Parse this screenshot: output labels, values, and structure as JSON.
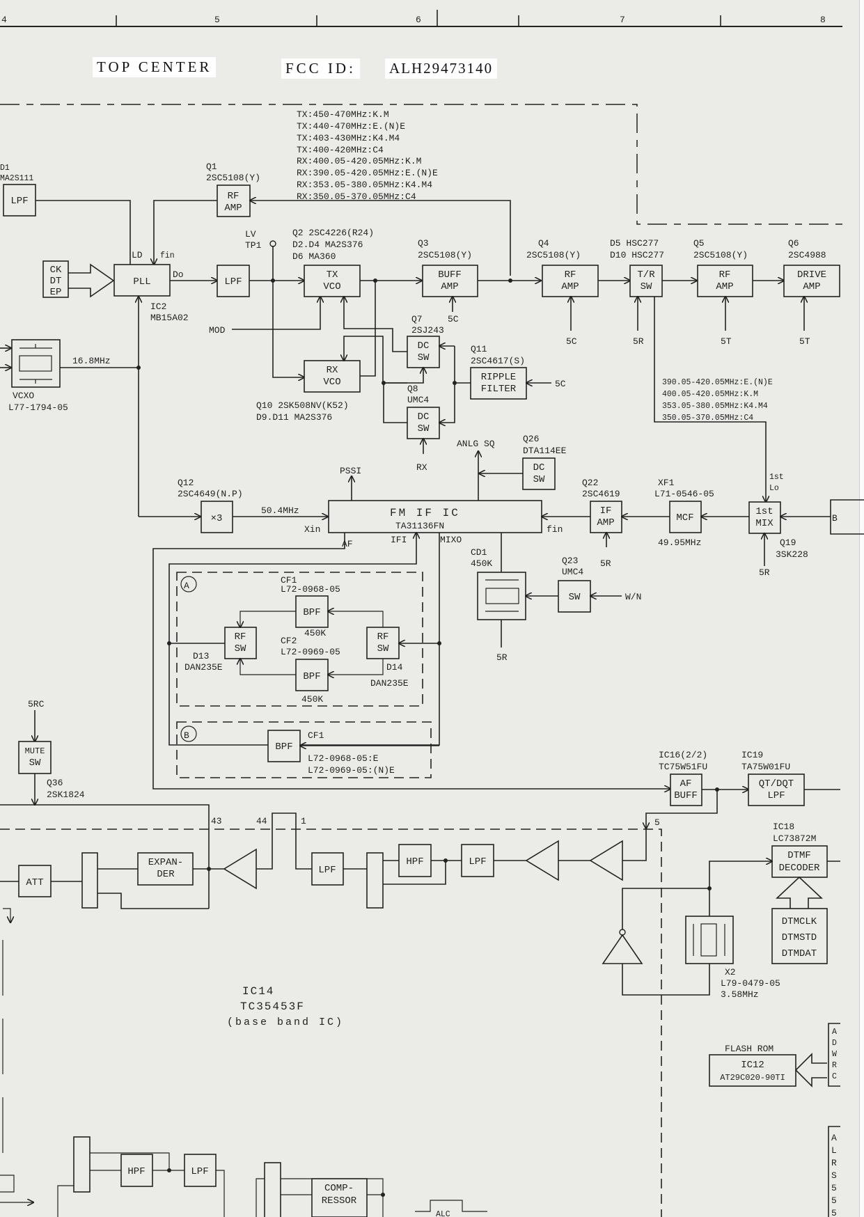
{
  "header": {
    "zone_numbers": [
      "4",
      "5",
      "6",
      "7",
      "8"
    ],
    "title_location": "TOP CENTER",
    "fcc_label": "FCC ID:",
    "fcc_id": "ALH29473140"
  },
  "freq_table": [
    "TX:450-470MHz:K.M",
    "TX:440-470MHz:E.(N)E",
    "TX:403-430MHz:K4.M4",
    "TX:400-420MHz:C4",
    "RX:400.05-420.05MHz:K.M",
    "RX:390.05-420.05MHz:E.(N)E",
    "RX:353.05-380.05MHz:K4.M4",
    "RX:350.05-370.05MHz:C4"
  ],
  "lo_table": [
    "390.05-420.05MHz:E.(N)E",
    "400.05-420.05MHz:K.M",
    "353.05-380.05MHz:K4.M4",
    "350.05-370.05MHz:C4"
  ],
  "blocks": {
    "lpf_d1": {
      "ref": "D1",
      "part": "MA2S111",
      "label": "LPF"
    },
    "q1": {
      "ref": "Q1",
      "part": "2SC5108(Y)",
      "l1": "RF",
      "l2": "AMP"
    },
    "ckdtep": {
      "l1": "CK",
      "l2": "DT",
      "l3": "EP"
    },
    "pll": {
      "label": "PLL",
      "ref": "IC2",
      "part": "MB15A02",
      "pin_ld": "LD",
      "pin_fin": "fin",
      "pin_do": "Do"
    },
    "lpf_loop": {
      "label": "LPF"
    },
    "tp1": {
      "l1": "LV",
      "l2": "TP1"
    },
    "q2": {
      "l1": "Q2 2SC4226(R24)",
      "l2": "D2.D4 MA2S376",
      "l3": "D6 MA360",
      "b1": "TX",
      "b2": "VCO"
    },
    "mod": "MOD",
    "rxvco": {
      "b1": "RX",
      "b2": "VCO",
      "l1": "Q10 2SK508NV(K52)",
      "l2": "D9.D11 MA2S376"
    },
    "q3": {
      "ref": "Q3",
      "part": "2SC5108(Y)",
      "b1": "BUFF",
      "b2": "AMP",
      "supply": "5C"
    },
    "q7": {
      "ref": "Q7",
      "part": "2SJ243",
      "b1": "DC",
      "b2": "SW"
    },
    "q8": {
      "ref": "Q8",
      "part": "UMC4",
      "b1": "DC",
      "b2": "SW",
      "input": "RX"
    },
    "q11": {
      "ref": "Q11",
      "part": "2SC4617(S)",
      "b1": "RIPPLE",
      "b2": "FILTER",
      "supply": "5C"
    },
    "q4": {
      "ref": "Q4",
      "part": "2SC5108(Y)",
      "b1": "RF",
      "b2": "AMP",
      "supply": "5C"
    },
    "trsw": {
      "l1": "D5  HSC277",
      "l2": "D10 HSC277",
      "b1": "T/R",
      "b2": "SW",
      "supply": "5R"
    },
    "q5": {
      "ref": "Q5",
      "part": "2SC5108(Y)",
      "b1": "RF",
      "b2": "AMP",
      "supply": "5T"
    },
    "q6": {
      "ref": "Q6",
      "part": "2SC4988",
      "b1": "DRIVE",
      "b2": "AMP",
      "supply": "5T"
    },
    "vcxo": {
      "label": "VCXO",
      "part": "L77-1794-05",
      "freq": "16.8MHz"
    },
    "q12": {
      "ref": "Q12",
      "part": "2SC4649(N.P)",
      "label": "×3",
      "freq": "50.4MHz"
    },
    "pssi": "PSSI",
    "anlg_sq": "ANLG SQ",
    "q26": {
      "ref": "Q26",
      "part": "DTA114EE",
      "b1": "DC",
      "b2": "SW"
    },
    "fmif": {
      "l1": "FM IF IC",
      "l2": "TA31136FN",
      "xin": "Xin",
      "fin": "fin",
      "af": "AF",
      "ifi": "IFI",
      "mixo": "MIXO"
    },
    "q22": {
      "ref": "Q22",
      "part": "2SC4619",
      "b1": "IF",
      "b2": "AMP",
      "supply": "5R"
    },
    "xf1": {
      "ref": "XF1",
      "part": "L71-0546-05",
      "label": "MCF",
      "freq": "49.95MHz"
    },
    "mix": {
      "b1": "1st",
      "b2": "MIX",
      "ref": "Q19",
      "part": "3SK228",
      "lo1": "1st",
      "lo2": "Lo",
      "supply": "5R",
      "in": "B"
    },
    "cd1": {
      "ref": "CD1",
      "freq": "450K",
      "supply": "5R"
    },
    "q23": {
      "ref": "Q23",
      "part": "UMC4",
      "label": "SW",
      "input": "W/N"
    },
    "group_a": {
      "tag": "A",
      "cf1": "CF1",
      "cf1_part": "L72-0968-05",
      "cf2": "CF2",
      "cf2_part": "L72-0969-05",
      "bpf": "BPF",
      "freq": "450K",
      "rfsw1": "RF",
      "rfsw2": "SW",
      "d13": "D13",
      "d13_part": "DAN235E",
      "d14": "D14",
      "d14_part": "DAN235E"
    },
    "group_b": {
      "tag": "B",
      "bpf": "BPF",
      "cf1": "CF1",
      "p1": "L72-0968-05:E",
      "p2": "L72-0969-05:(N)E"
    },
    "mute": {
      "in": "5RC",
      "b1": "MUTE",
      "b2": "SW",
      "ref": "Q36",
      "part": "2SK1824"
    },
    "ic16": {
      "ref": "IC16(2/2)",
      "part": "TC75W51FU",
      "b1": "AF",
      "b2": "BUFF"
    },
    "ic19": {
      "ref": "IC19",
      "part": "TA75W01FU",
      "b1": "QT/DQT",
      "b2": "LPF"
    },
    "pins": {
      "p43": "43",
      "p44": "44",
      "p1": "1",
      "p5": "5"
    },
    "att": "ATT",
    "expander": {
      "b1": "EXPAN-",
      "b2": "DER"
    },
    "lpf_bb": "LPF",
    "hpf_bb": "HPF",
    "lpf_bb2": "LPF",
    "ic18": {
      "ref": "IC18",
      "part": "LC73872M",
      "b1": "DTMF",
      "b2": "DECODER"
    },
    "dtm": {
      "l1": "DTMCLK",
      "l2": "DTMSTD",
      "l3": "DTMDAT"
    },
    "x2": {
      "ref": "X2",
      "part": "L79-0479-05",
      "freq": "3.58MHz"
    },
    "ic14": {
      "l1": "IC14",
      "l2": "TC35453F",
      "l3": "(base band IC)"
    },
    "flash": {
      "title": "FLASH ROM",
      "ref": "IC12",
      "part": "AT29C020-90TI"
    },
    "edge_labels_1": [
      "A",
      "D",
      "W",
      "R",
      "C"
    ],
    "edge_labels_2": [
      "A",
      "L",
      "R",
      "S",
      "5",
      "5",
      "5"
    ],
    "tx_bottom": {
      "hpf": "HPF",
      "lpf": "LPF",
      "comp1": "COMP-",
      "comp2": "RESSOR",
      "alc": "ALC"
    }
  }
}
